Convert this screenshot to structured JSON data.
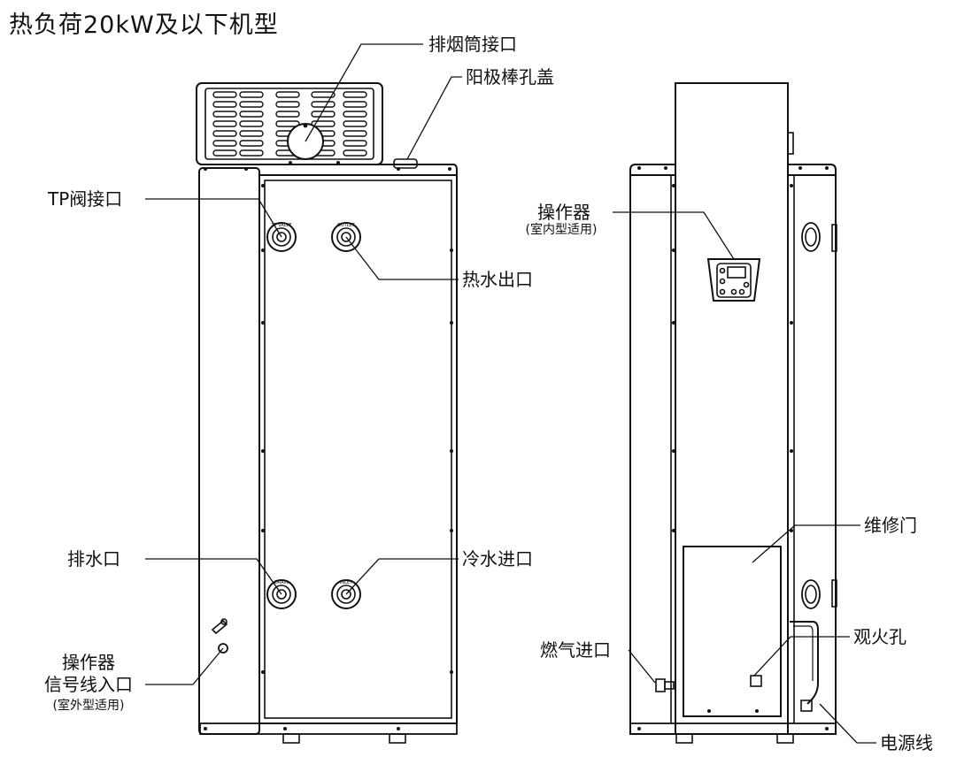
{
  "title": "热负荷20kW及以下机型",
  "labels": {
    "flue_port": "排烟筒接口",
    "anode_cover": "阳极棒孔盖",
    "tp_valve": "TP阀接口",
    "hot_outlet": "热水出口",
    "drain": "排水口",
    "cold_inlet": "冷水进口",
    "controller_signal_1": "操作器",
    "controller_signal_2": "信号线入口",
    "controller_signal_note": "(室外型适用)",
    "controller": "操作器",
    "controller_note": "(室内型适用)",
    "service_door": "维修门",
    "gas_inlet": "燃气进口",
    "sight_hole": "观火孔",
    "power_cord": "电源线"
  },
  "port_tags": {
    "tp": "TP VALVE",
    "outlet": "OUTLET",
    "drain": "DRAIN",
    "inlet": "INLET"
  }
}
